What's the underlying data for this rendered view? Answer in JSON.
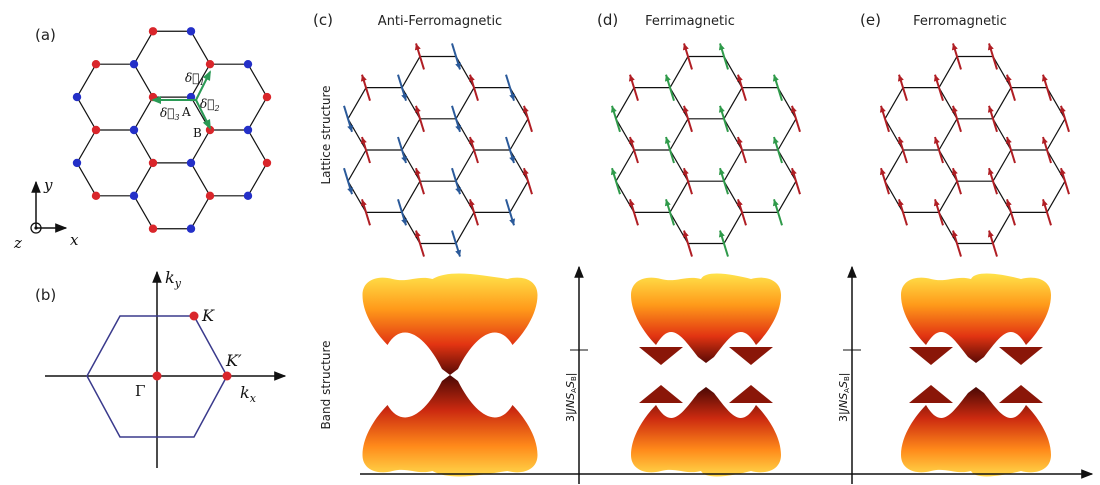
{
  "panels": {
    "a": "(a)",
    "b": "(b)",
    "c": "(c)",
    "d": "(d)",
    "e": "(e)"
  },
  "titles": {
    "c": "Anti-Ferromagnetic",
    "d": "Ferrimagnetic",
    "e": "Ferromagnetic"
  },
  "row_labels": {
    "lattice": "Lattice structure",
    "band": "Band structure"
  },
  "lattice_a": {
    "site_A": "A",
    "site_B": "B",
    "delta1": "δ⃗",
    "delta1_sub": "1",
    "delta2": "δ⃗",
    "delta2_sub": "2",
    "delta3": "δ⃗",
    "delta3_sub": "3",
    "axis_x": "x",
    "axis_y": "y",
    "axis_z": "z"
  },
  "bz": {
    "ky": "k",
    "ky_sub": "y",
    "kx": "k",
    "kx_sub": "x",
    "K": "K",
    "Kp": "K′",
    "Gamma": "Γ"
  },
  "gap_label": {
    "prefix": "3|",
    "J": "JNS",
    "sa": "A",
    "S": "S",
    "sb": "B",
    "suffix": "|"
  },
  "colors": {
    "red": "#d9262b",
    "blue": "#2430c8",
    "green": "#2a9a55",
    "arrow_red": "#b01e24",
    "arrow_blue": "#2b5a9a",
    "arrow_green": "#2f9a4a",
    "bz_line": "#3a3a8c"
  }
}
